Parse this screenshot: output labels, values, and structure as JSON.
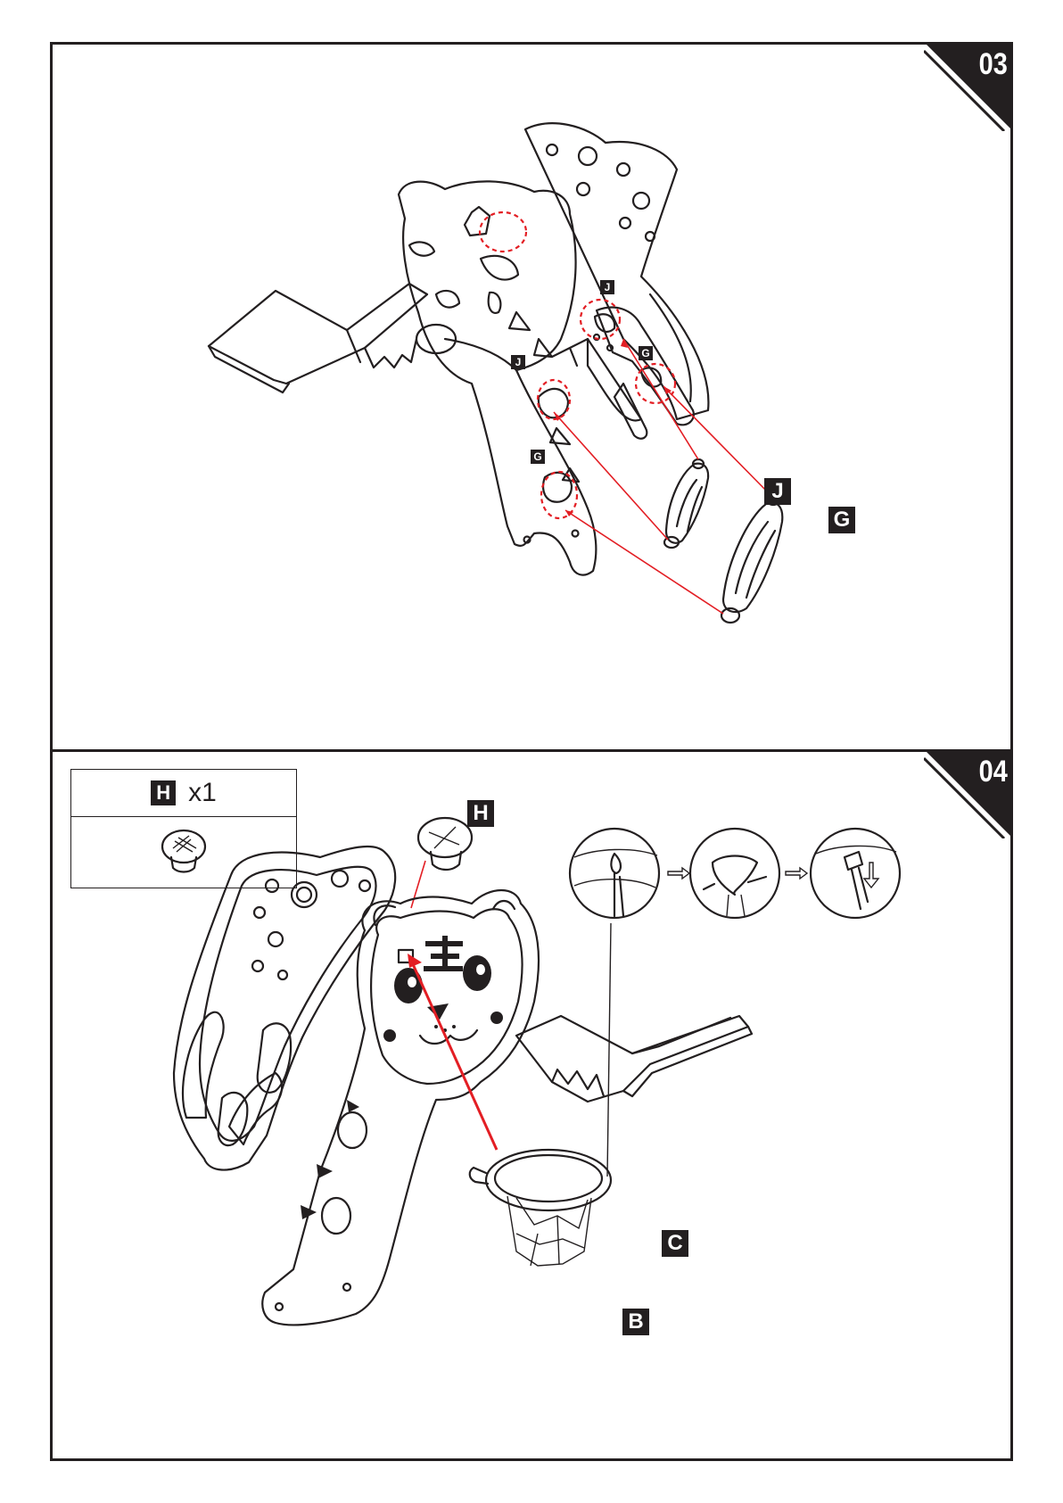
{
  "steps": [
    {
      "number": "03",
      "labels": {
        "j_upper": "J",
        "j_lower": "J",
        "g_upper": "G",
        "g_lower": "G",
        "j_part": "J",
        "g_part": "G"
      }
    },
    {
      "number": "04",
      "parts_box": {
        "part_letter": "H",
        "quantity": "x1"
      },
      "labels": {
        "h": "H",
        "c": "C",
        "b": "B"
      }
    }
  ],
  "colors": {
    "ink": "#231f20",
    "arrow": "#e31e24",
    "background": "#ffffff"
  }
}
